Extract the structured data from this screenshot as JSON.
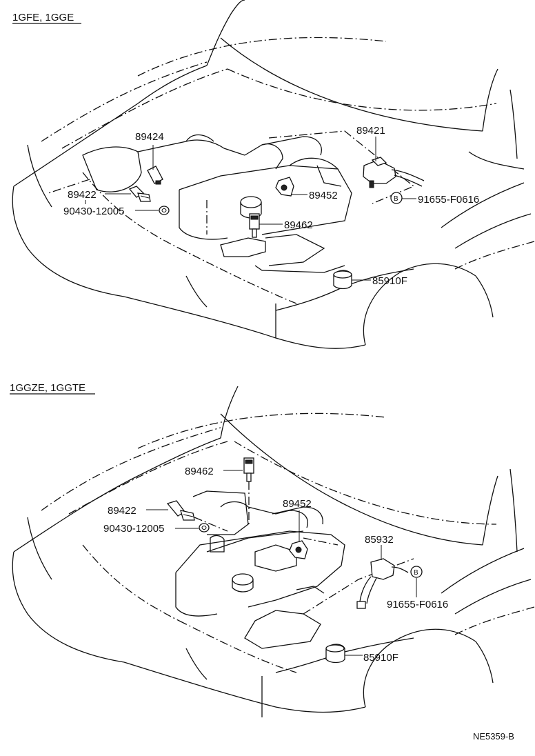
{
  "top_section": {
    "engine_label": "1GFE, 1GGE",
    "parts": {
      "p89424": "89424",
      "p89422": "89422",
      "p90430": "90430-12005",
      "p89421": "89421",
      "p89452": "89452",
      "p91655": "91655-F0616",
      "p89462": "89462",
      "p85910F": "85910F"
    },
    "bolt_marker": "B"
  },
  "bottom_section": {
    "engine_label": "1GGZE, 1GGTE",
    "parts": {
      "p89462": "89462",
      "p89422": "89422",
      "p89452": "89452",
      "p90430": "90430-12005",
      "p85932": "85932",
      "p91655": "91655-F0616",
      "p85910F": "85910F"
    },
    "bolt_marker": "B"
  },
  "diagram_ref": "NE5359-B"
}
